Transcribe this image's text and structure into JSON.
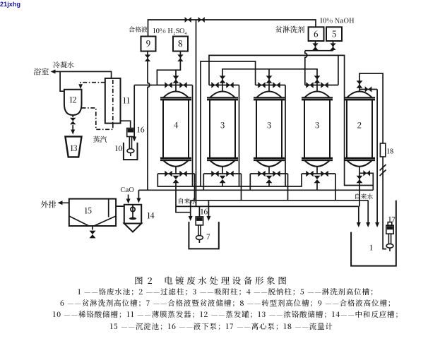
{
  "watermark": {
    "text": "21jxhg",
    "color": "#1012b8"
  },
  "colors": {
    "ink": "#161616",
    "paper": "#ffffff"
  },
  "diagram": {
    "labels": {
      "qualified_liquid": "合格液",
      "sulfuric_acid": "10% H₂SO₄",
      "lean_rinse_agent": "贫淋洗剂",
      "naoh": "10% NaOH",
      "condensate_water": "冷凝水",
      "bath_room": "浴室",
      "steam": "蒸汽",
      "cao": "CaO",
      "outfall": "外排",
      "tap_water_left": "自来水",
      "tap_water_right": "自来水"
    },
    "equipment": {
      "tank_9": "9",
      "tank_8": "8",
      "tank_6": "6",
      "tank_5": "5",
      "column_desalting": "4",
      "column_adsorption_a": "3",
      "column_adsorption_b": "3",
      "column_adsorption_c": "3",
      "column_filter": "2",
      "evaporator_pot": "12",
      "thin_film_evaporator": "11",
      "acid_bucket": "13",
      "pump_submerged_left": "16",
      "tank_dilute_acid": "10",
      "tank_sedimentation": "15",
      "tank_neutralization": "14",
      "pump_submerged_right": "16",
      "tank_qualified_liquid": "7",
      "flow_meter": "18",
      "pump_centrifugal": "17",
      "waste_water_pool": "1"
    }
  },
  "caption": {
    "figure_no": "图 2",
    "title": "电镀废水处理设备形象图"
  },
  "legend": {
    "lines": [
      "1 ——铬废水池；2 ——过滤柱；3 ——吸附柱；4 ——脱钠柱；5 ——淋洗剂高位槽；",
      "6 ——贫淋洗剂高位槽；7 ——合格液暨贫液储槽；8 ——转型剂高位槽；9 ——合格液高位槽；",
      "10 ——稀铬酸储槽；11 ——薄膜蒸发器；12 ——蒸发罐；13 ——浓铬酸储槽；14——中和反应槽；",
      "15 ——沉淀池；16 ——液下泵；17 ——离心泵；18 ——流量计"
    ]
  }
}
